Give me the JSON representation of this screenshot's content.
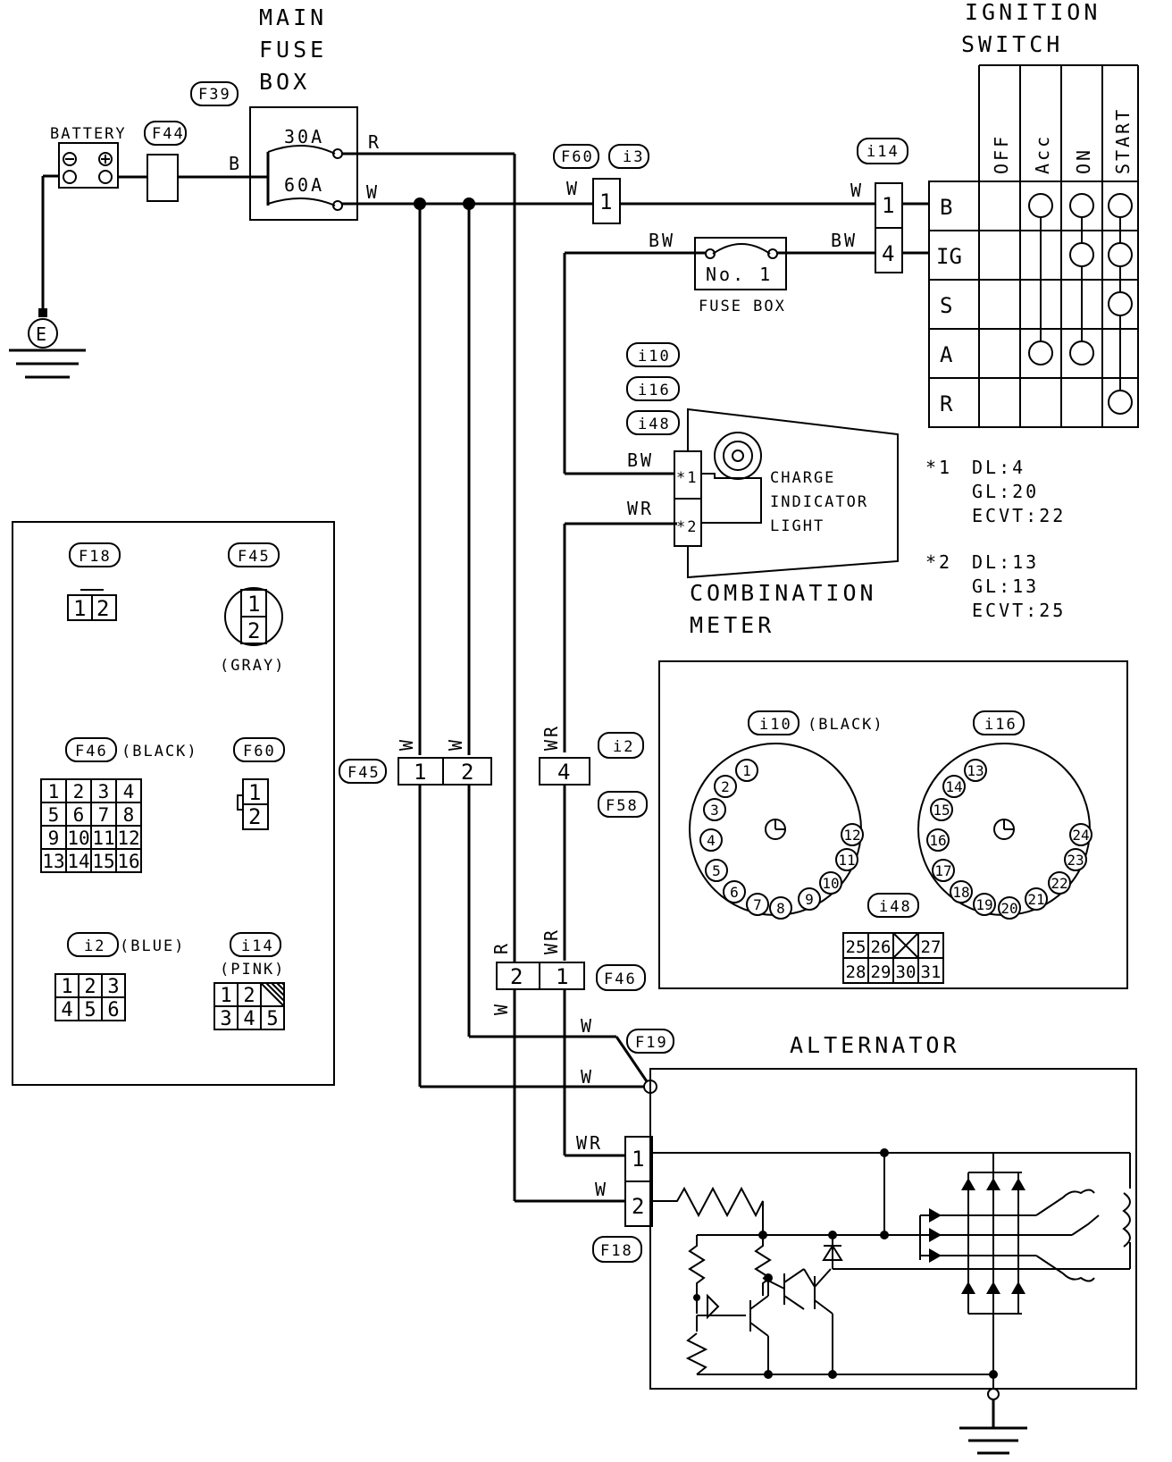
{
  "titles": {
    "main_fuse_box": [
      "MAIN",
      "FUSE",
      "BOX"
    ],
    "ignition_switch": [
      "IGNITION",
      "SWITCH"
    ],
    "battery": "BATTERY",
    "fuse_30a": "30A",
    "fuse_60a": "60A",
    "fuse_no1": "No. 1",
    "fuse_box": "FUSE BOX",
    "charge_light": [
      "CHARGE",
      "INDICATOR",
      "LIGHT"
    ],
    "combination_meter": [
      "COMBINATION",
      "METER"
    ],
    "alternator": "ALTERNATOR",
    "ground": "E"
  },
  "connectors": {
    "F39": "F39",
    "F44": "F44",
    "F60": "F60",
    "i3": "i3",
    "i14": "i14",
    "i10": "i10",
    "i16": "i16",
    "i48": "i48",
    "F45": "F45",
    "i2": "i2",
    "F58": "F58",
    "F46": "F46",
    "F19": "F19",
    "F18": "F18"
  },
  "wires": {
    "B": "B",
    "R": "R",
    "W": "W",
    "BW": "BW",
    "WR": "WR"
  },
  "ignition_switch": {
    "columns": [
      "OFF",
      "Acc",
      "ON",
      "START"
    ],
    "rows": [
      "B",
      "IG",
      "S",
      "A",
      "R"
    ]
  },
  "notes": {
    "n1": {
      "mark": "*1",
      "lines": [
        "DL:4",
        "GL:20",
        "ECVT:22"
      ]
    },
    "n2": {
      "mark": "*2",
      "lines": [
        "DL:13",
        "GL:13",
        "ECVT:25"
      ]
    }
  },
  "pins": {
    "f60": "1",
    "i14_1": "1",
    "i14_4": "4",
    "meter_1": "*1",
    "meter_2": "*2",
    "f45_1": "1",
    "f45_2": "2",
    "i2_4": "4",
    "f46_2": "2",
    "f46_1": "1",
    "f18_1": "1",
    "f18_2": "2"
  },
  "legend": {
    "F18": {
      "label": "F18",
      "pins": [
        "1",
        "2"
      ]
    },
    "F45": {
      "label": "F45",
      "pins": [
        "1",
        "2"
      ],
      "color": "(GRAY)"
    },
    "F46": {
      "label": "F46",
      "color": "(BLACK)",
      "pins": [
        "1",
        "2",
        "3",
        "4",
        "5",
        "6",
        "7",
        "8",
        "9",
        "10",
        "11",
        "12",
        "13",
        "14",
        "15",
        "16"
      ]
    },
    "F60": {
      "label": "F60",
      "pins": [
        "1",
        "2"
      ]
    },
    "i2": {
      "label": "i2",
      "color": "(BLUE)",
      "pins": [
        "1",
        "2",
        "3",
        "4",
        "5",
        "6"
      ]
    },
    "i14": {
      "label": "i14",
      "color": "(PINK)",
      "pins": [
        "1",
        "2",
        "3",
        "4",
        "5"
      ]
    }
  },
  "meter_connectors": {
    "i10": {
      "label": "i10",
      "color": "(BLACK)",
      "pins": [
        "1",
        "2",
        "3",
        "4",
        "5",
        "6",
        "7",
        "8",
        "9",
        "10",
        "11",
        "12"
      ]
    },
    "i16": {
      "label": "i16",
      "pins": [
        "13",
        "14",
        "15",
        "16",
        "17",
        "18",
        "19",
        "20",
        "21",
        "22",
        "23",
        "24"
      ]
    },
    "i48": {
      "label": "i48",
      "pins": [
        "25",
        "26",
        "27",
        "28",
        "29",
        "30",
        "31"
      ]
    }
  }
}
